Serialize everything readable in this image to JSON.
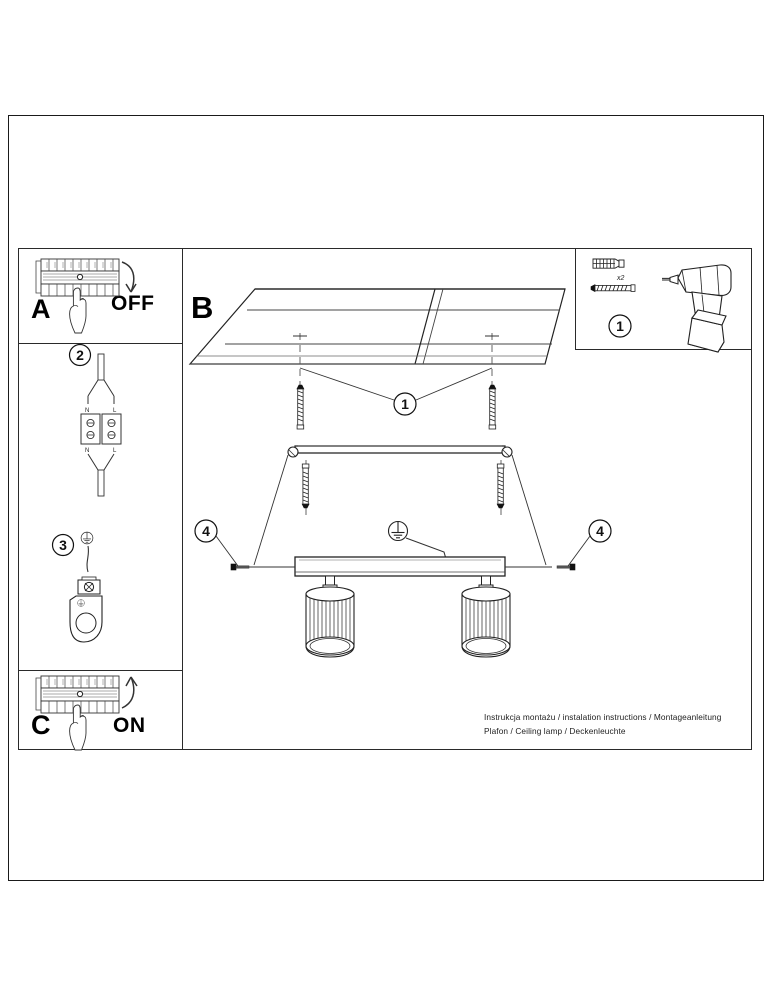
{
  "document": {
    "type": "installation-instruction-sheet",
    "caption_line1": "Instrukcja montażu / instalation instructions / Montageanleitung",
    "caption_line2": "Plafon / Ceiling lamp / Deckenleuchte"
  },
  "sections": {
    "a": {
      "letter": "A",
      "action_label": "OFF",
      "icon": "circuit-breaker-panel-icon",
      "hand": "pointing-hand-icon",
      "arrow": "curved-arrow-down-icon"
    },
    "b": {
      "letter": "B"
    },
    "c": {
      "letter": "C",
      "action_label": "ON",
      "icon": "circuit-breaker-panel-icon",
      "hand": "pointing-hand-icon",
      "arrow": "curved-arrow-up-icon"
    }
  },
  "steps": [
    {
      "number": "1",
      "icon": "wall-anchor-icon",
      "quantity_label": "x2",
      "extra_icons": [
        "screw-icon",
        "cordless-drill-icon"
      ]
    },
    {
      "number": "2",
      "icon": "terminal-block-icon",
      "terminals": [
        "N",
        "L",
        "N",
        "L"
      ]
    },
    {
      "number": "3",
      "icon": "earth-ground-icon"
    },
    {
      "number": "4",
      "icon": "grub-screw-icon"
    }
  ],
  "callouts": [
    {
      "number": "1",
      "target": "ceiling-anchor"
    },
    {
      "number": "4",
      "target": "left-set-screw"
    },
    {
      "number": "4",
      "target": "right-set-screw"
    }
  ],
  "assembly": {
    "ceiling": "ceiling-panels",
    "bracket": "mounting-bracket-bar",
    "base": "lamp-base-bar",
    "heads": 2,
    "earth_symbol": "earth-ground-icon"
  },
  "colors": {
    "line": "#1a1a1a",
    "fill": "#ffffff",
    "text": "#000000",
    "caption": "#222222"
  }
}
